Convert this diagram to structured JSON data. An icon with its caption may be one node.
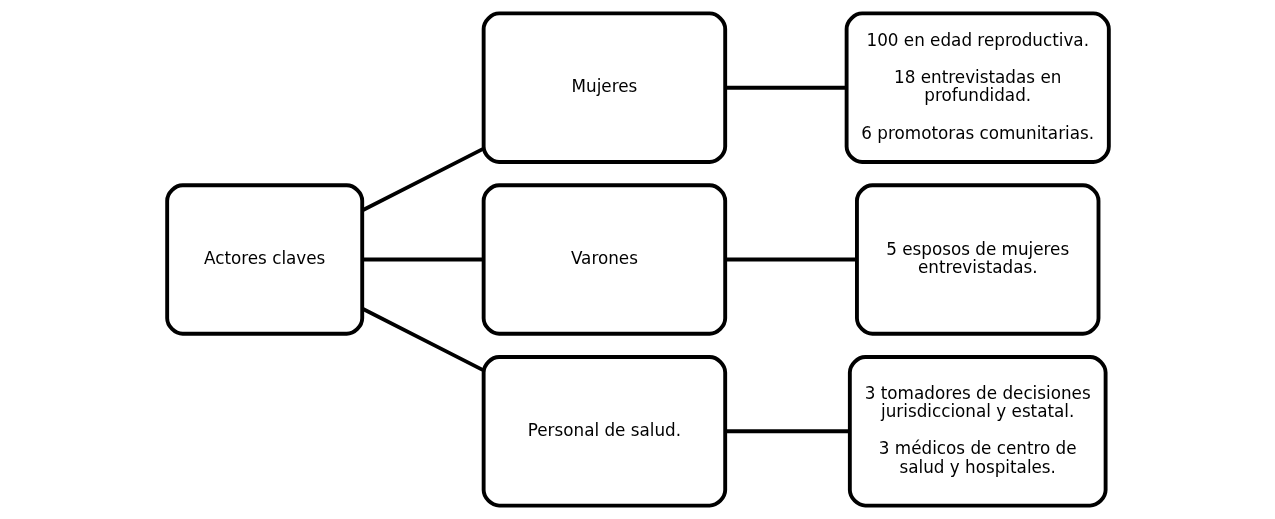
{
  "diagram": {
    "nodes": [
      {
        "text": [
          "Actores claves"
        ]
      },
      {
        "text": [
          "Mujeres"
        ]
      },
      {
        "text": [
          "Varones"
        ]
      },
      {
        "text": [
          "Personal de salud."
        ]
      },
      {
        "text": [
          "100 en edad reproductiva.",
          "18 entrevistadas en profundidad.",
          "6 promotoras comunitarias."
        ]
      },
      {
        "text": [
          "5 esposos de mujeres entrevistadas."
        ]
      },
      {
        "text": [
          "3 tomadores de decisiones jurisdiccional y estatal.",
          "3 médicos de centro de salud y hospitales."
        ]
      }
    ],
    "edges": [
      {
        "from": 0,
        "to": 1,
        "arrow": "none"
      },
      {
        "from": 0,
        "to": 2,
        "arrow": "none"
      },
      {
        "from": 0,
        "to": 3,
        "arrow": "none"
      },
      {
        "from": 1,
        "to": 4,
        "arrow": "none"
      },
      {
        "from": 2,
        "to": 5,
        "arrow": "none"
      },
      {
        "from": 3,
        "to": 6,
        "arrow": "none"
      }
    ]
  }
}
